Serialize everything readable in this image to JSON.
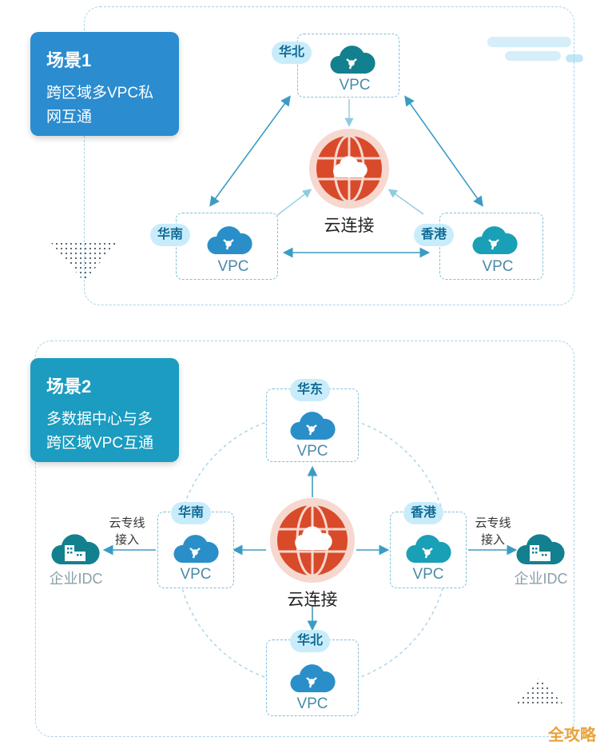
{
  "scene1": {
    "title": "场景1",
    "desc": "跨区域多VPC私\n网互通",
    "hub_label": "云连接",
    "nodes": [
      {
        "region": "华北",
        "vpc": "VPC"
      },
      {
        "region": "华南",
        "vpc": "VPC"
      },
      {
        "region": "香港",
        "vpc": "VPC"
      }
    ]
  },
  "scene2": {
    "title": "场景2",
    "desc": "多数据中心与多\n跨区域VPC互通",
    "hub_label": "云连接",
    "nodes": [
      {
        "region": "华东",
        "vpc": "VPC"
      },
      {
        "region": "华南",
        "vpc": "VPC"
      },
      {
        "region": "香港",
        "vpc": "VPC"
      },
      {
        "region": "华北",
        "vpc": "VPC"
      }
    ],
    "link_label_left": "云专线\n接入",
    "link_label_right": "云专线\n接入",
    "idc_left": "企业IDC",
    "idc_right": "企业IDC"
  },
  "watermark": "全攻略",
  "colors": {
    "card1": "#2b8ccf",
    "card2": "#1b9cc0",
    "hub_red": "#d94a2a",
    "cloud_blue": "#2a8fc9",
    "cloud_teal": "#19a0b6",
    "cloud_dark_teal": "#13808f",
    "arrow": "#3b9cc3"
  }
}
